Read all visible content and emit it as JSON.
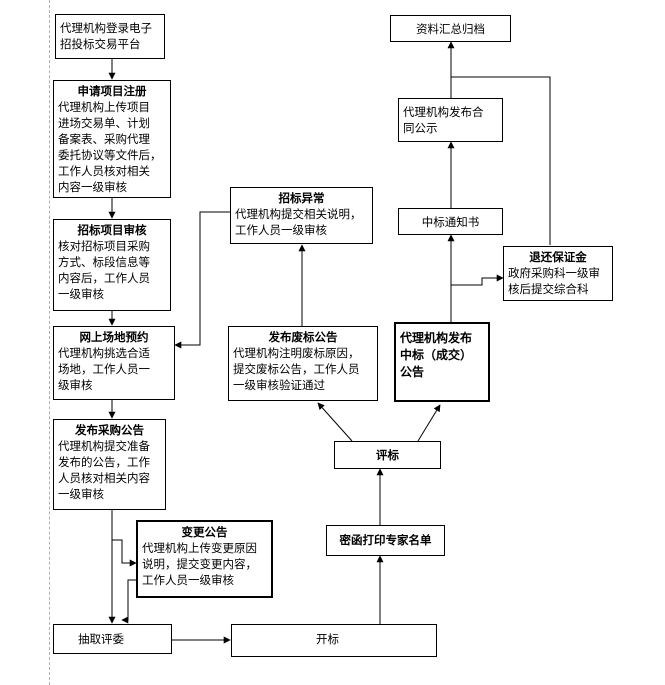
{
  "boxes": {
    "login": {
      "body": "代理机构登录电子\n招投标交易平台"
    },
    "register": {
      "title": "申请项目注册",
      "body": "代理机构上传项目\n进场交易单、计划\n备案表、采购代理\n委托协议等文件后，\n工作人员核对相关\n内容一级审核"
    },
    "review": {
      "title": "招标项目审核",
      "body": "核对招标项目采购\n方式、标段信息等\n内容后，工作人员\n一级审核"
    },
    "venue": {
      "title": "网上场地预约",
      "body": "代理机构挑选合适\n场地，工作人员一\n级审核"
    },
    "announce": {
      "title": "发布采购公告",
      "body": "代理机构提交准备\n发布的公告，工作\n人员核对相关内容\n一级审核"
    },
    "change": {
      "title": "变更公告",
      "body": "代理机构上传变更原因\n说明，提交变更内容，\n工作人员一级审核"
    },
    "draw": {
      "body": "抽取评委"
    },
    "open": {
      "body": "开标"
    },
    "print": {
      "body": "密函打印专家名单"
    },
    "evaluate": {
      "body": "评标"
    },
    "void": {
      "title": "发布废标公告",
      "body": "代理机构注明废标原因，\n提交废标公告，工作人员\n一级审核验证通过"
    },
    "abnormal": {
      "title": "招标异常",
      "body": "代理机构提交相关说明，\n工作人员一级审核"
    },
    "win": {
      "body": "代理机构发布\n中标（成交）\n公告"
    },
    "notice": {
      "body": "中标通知书"
    },
    "deposit": {
      "title": "退还保证金",
      "body": "政府采购科一级审\n核后提交综合科"
    },
    "contract": {
      "body": "代理机构发布合\n同公示"
    },
    "archive": {
      "body": "资料汇总归档"
    }
  }
}
